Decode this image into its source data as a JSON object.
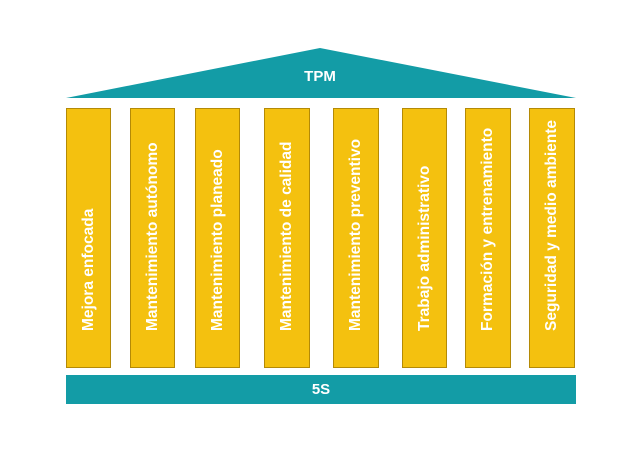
{
  "roof": {
    "label": "TPM",
    "color": "#139ca6"
  },
  "pillars": [
    {
      "label": "Mejora enfocada"
    },
    {
      "label": "Mantenimiento autónomo"
    },
    {
      "label": "Mantenimiento planeado"
    },
    {
      "label": "Mantenimiento de calidad"
    },
    {
      "label": "Mantenimiento preventivo"
    },
    {
      "label": "Trabajo administrativo"
    },
    {
      "label": "Formación y entrenamiento"
    },
    {
      "label": "Seguridad y medio ambiente"
    }
  ],
  "pillar_color": "#f4c10f",
  "base": {
    "label": "5S",
    "color": "#139ca6"
  }
}
